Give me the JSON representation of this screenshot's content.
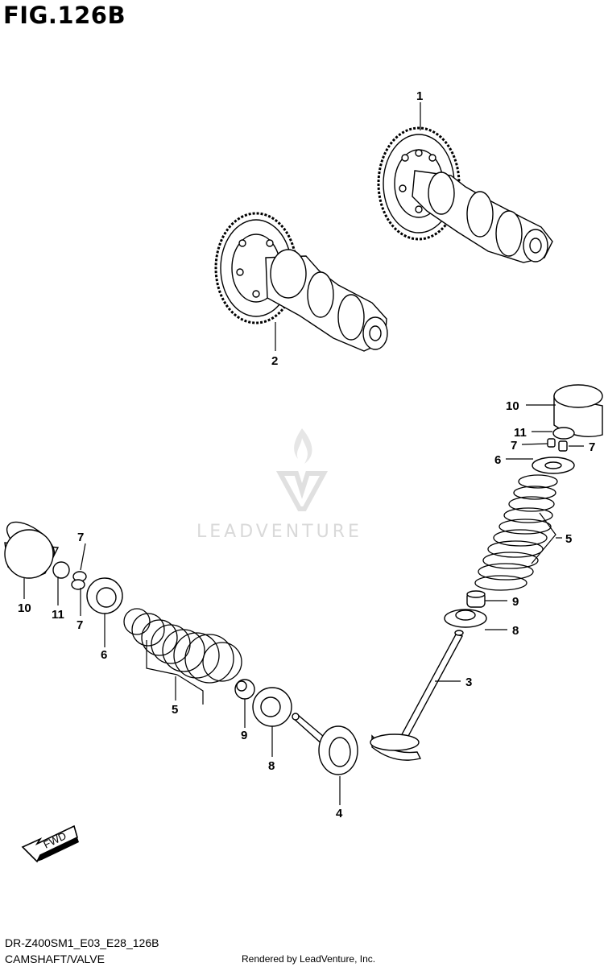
{
  "figure": {
    "title": "FIG.126B",
    "code": "DR-Z400SM1_E03_E28_126B",
    "name": "CAMSHAFT/VALVE",
    "credit": "Rendered by LeadVenture, Inc."
  },
  "watermark": {
    "text": "LEADVENTURE",
    "color": "#d9d9d9"
  },
  "direction_badge": {
    "text": "FWD",
    "icon": "forward-arrow-icon"
  },
  "callouts": {
    "c1": "1",
    "c2": "2",
    "c3": "3",
    "c4": "4",
    "c5a": "5",
    "c5b": "5",
    "c6a": "6",
    "c6b": "6",
    "c7a": "7",
    "c7b": "7",
    "c7c": "7",
    "c7d": "7",
    "c8a": "8",
    "c8b": "8",
    "c9a": "9",
    "c9b": "9",
    "c10a": "10",
    "c10b": "10",
    "c11a": "11",
    "c11b": "11"
  }
}
